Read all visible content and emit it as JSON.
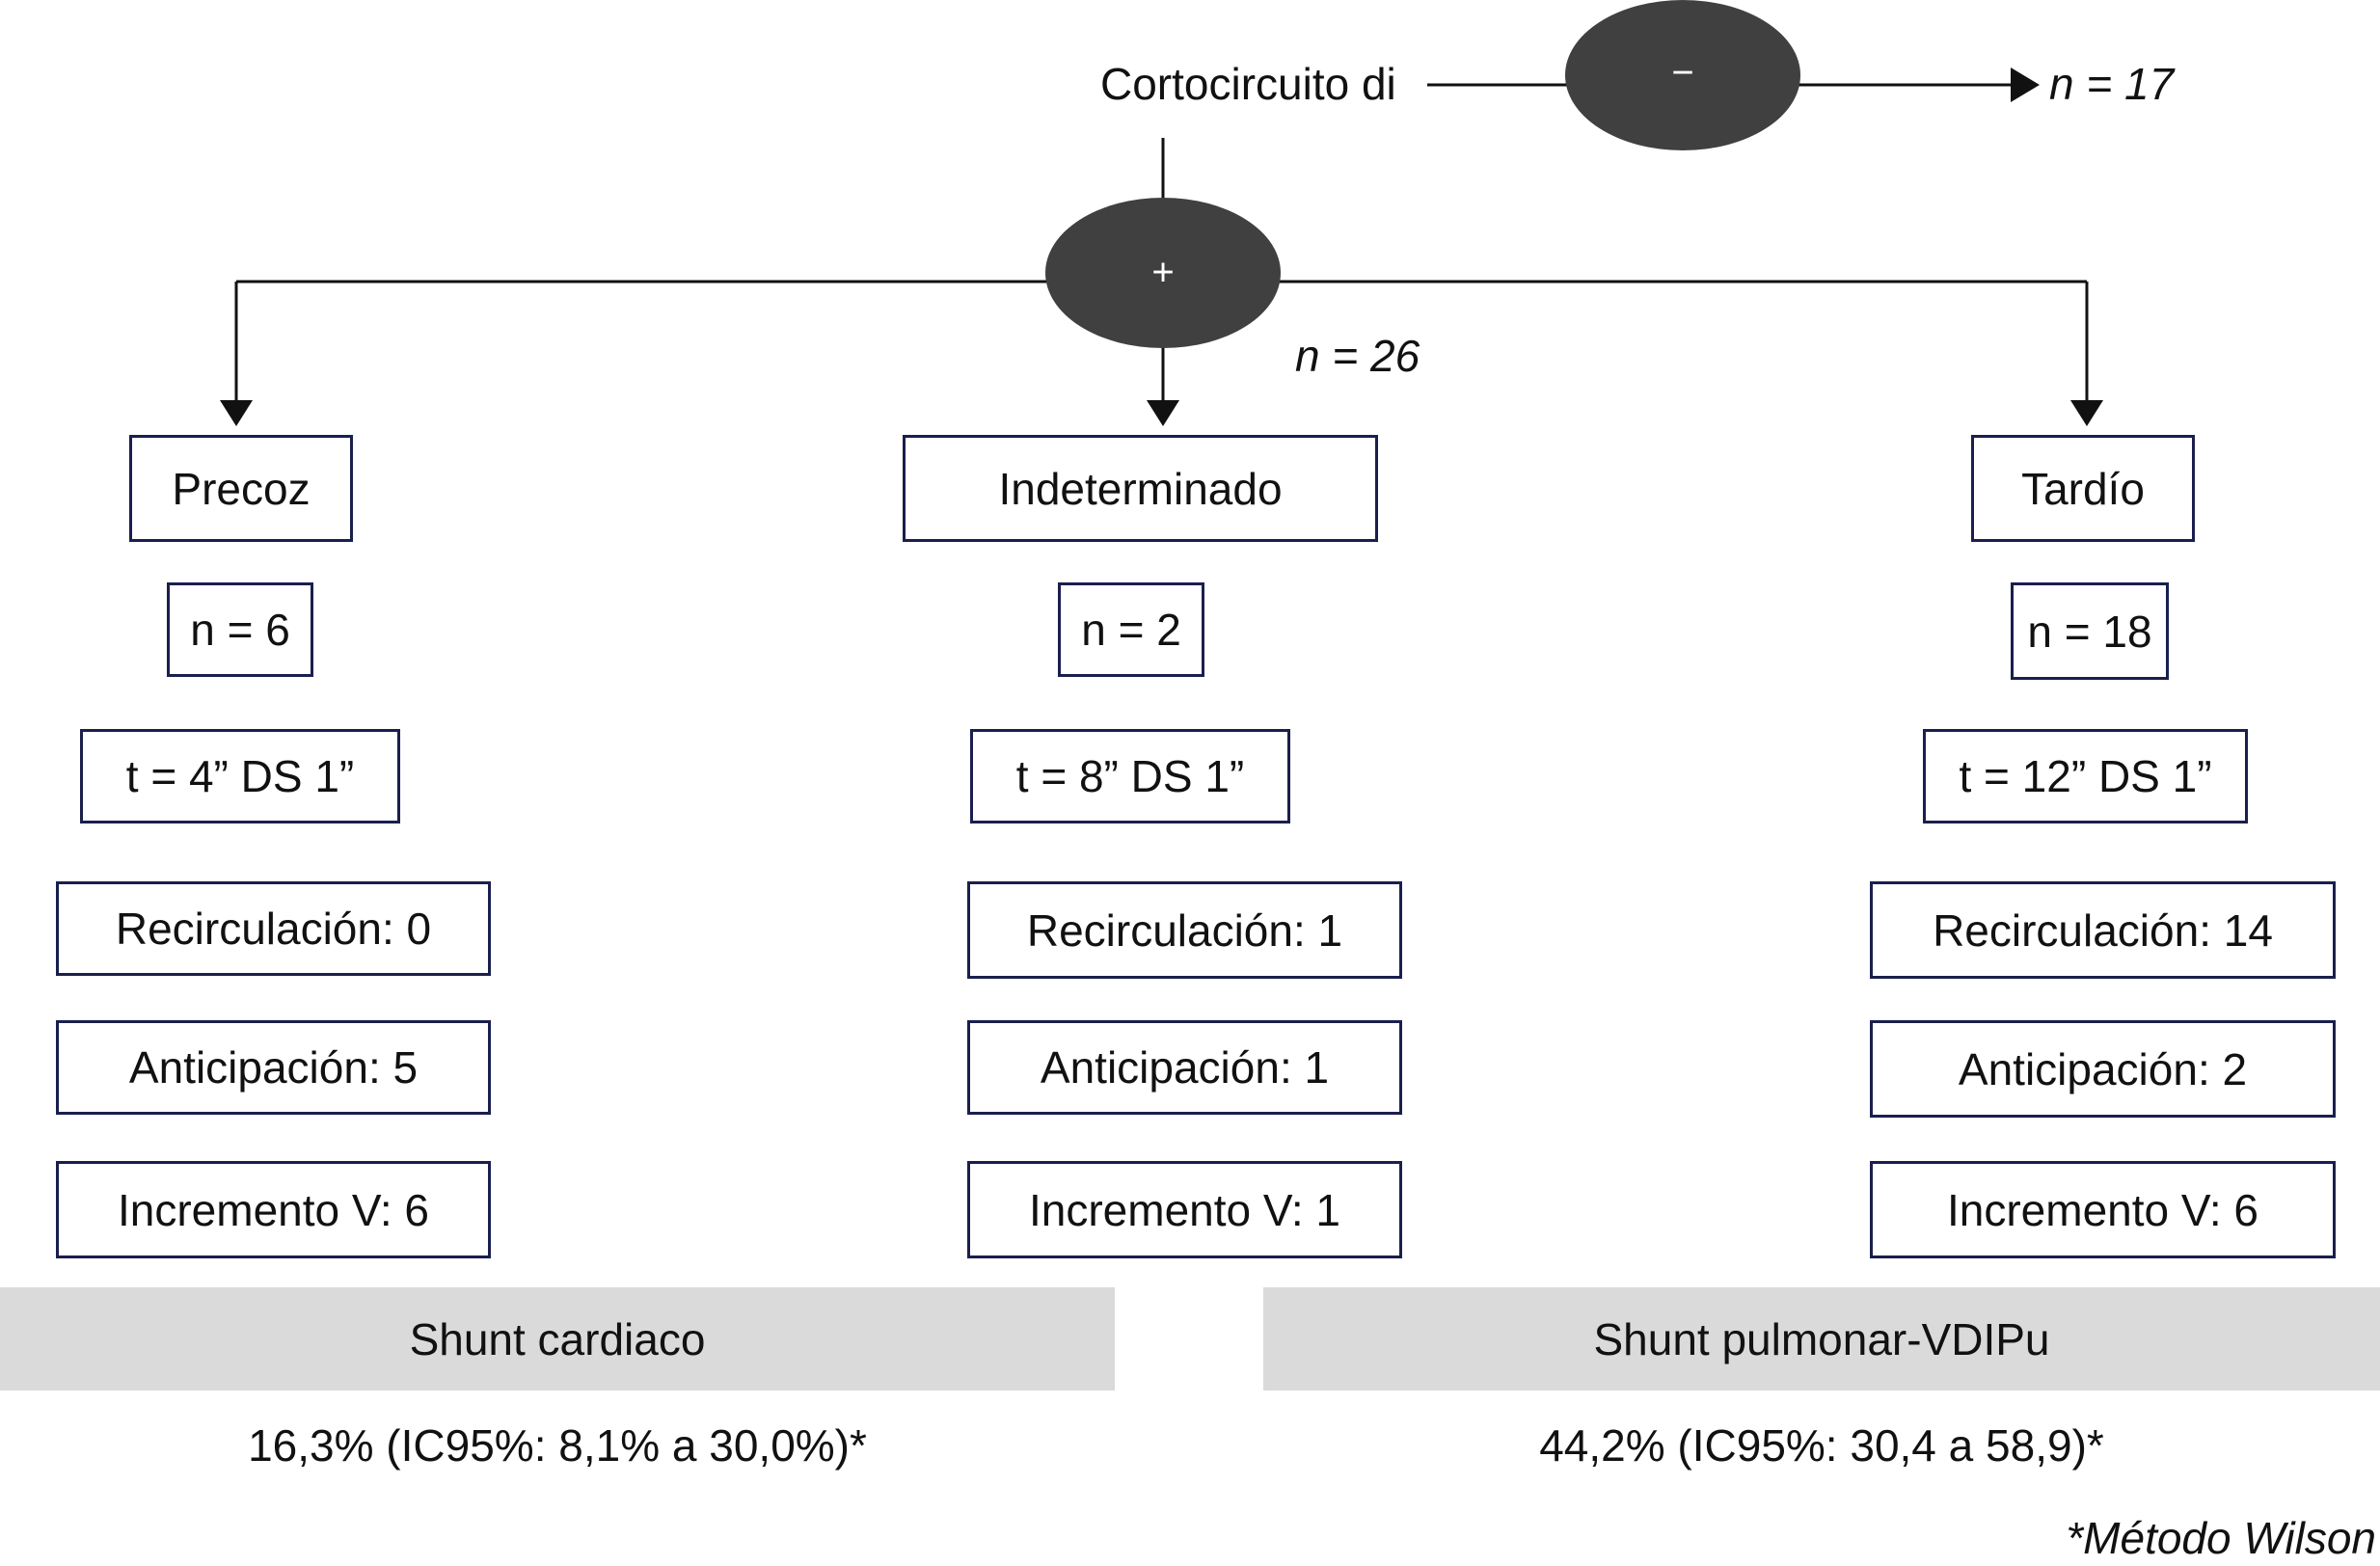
{
  "root": {
    "label": "Cortocircuito di",
    "negative": {
      "symbol": "−",
      "n_label": "n = 17"
    },
    "positive": {
      "symbol": "+",
      "n_label": "n = 26"
    }
  },
  "branches": [
    {
      "title": "Precoz",
      "n": "n = 6",
      "time": "t = 4” DS 1”",
      "recirculation": "Recirculación: 0",
      "anticipation": "Anticipación: 5",
      "increment": "Incremento V: 6"
    },
    {
      "title": "Indeterminado",
      "n": "n = 2",
      "time": "t = 8” DS 1”",
      "recirculation": "Recirculación: 1",
      "anticipation": "Anticipación: 1",
      "increment": "Incremento V: 1"
    },
    {
      "title": "Tardío",
      "n": "n = 18",
      "time": "t = 12” DS 1”",
      "recirculation": "Recirculación: 14",
      "anticipation": "Anticipación: 2",
      "increment": "Incremento V: 6"
    }
  ],
  "groups": [
    {
      "label": "Shunt cardiaco",
      "value": "16,3% (IC95%: 8,1% a 30,0%)*"
    },
    {
      "label": "Shunt pulmonar-VDIPu",
      "value": "44,2% (IC95%: 30,4 a 58,9)*"
    }
  ],
  "footnote": "*Método Wilson",
  "colors": {
    "ellipse": "#404040",
    "box_border": "#1a1f4e",
    "band": "#dadada",
    "line": "#111111"
  }
}
